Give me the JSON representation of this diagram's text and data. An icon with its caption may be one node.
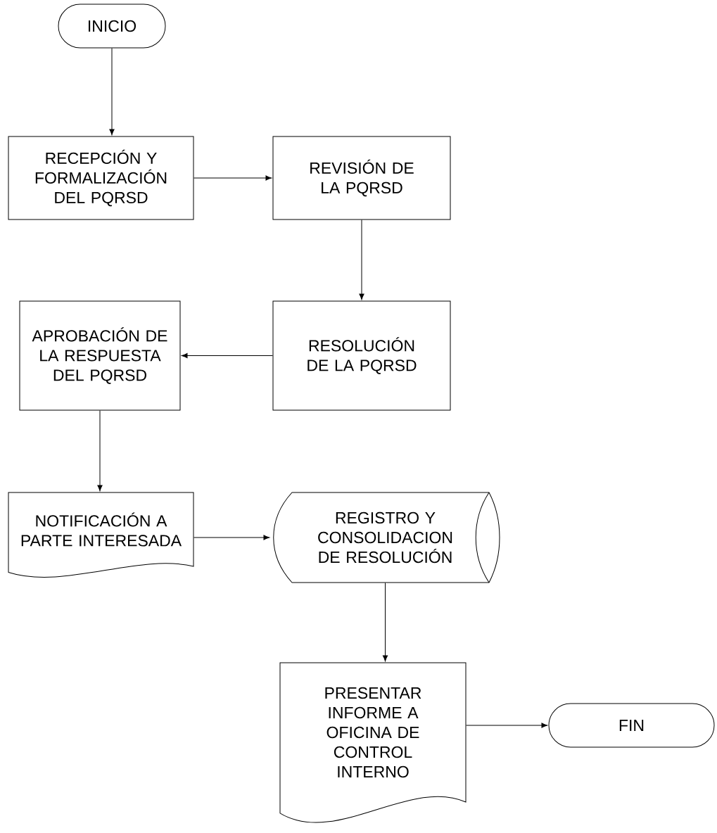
{
  "diagram": {
    "nodes": [
      {
        "text": [
          "INICIO"
        ]
      },
      {
        "text": [
          "RECEPCIÓN Y FORMALIZACIÓN DEL PQRSD"
        ]
      },
      {
        "text": [
          "REVISIÓN DE LA PQRSD"
        ]
      },
      {
        "text": [
          "RESOLUCIÓN DE LA PQRSD"
        ]
      },
      {
        "text": [
          "APROBACIÓN DE LA RESPUESTA DEL PQRSD"
        ]
      },
      {
        "text": [
          "NOTIFICACIÓN A PARTE INTERESADA"
        ]
      },
      {
        "text": [
          "REGISTRO Y CONSOLIDACION DE RESOLUCIÓN"
        ]
      },
      {
        "text": [
          "PRESENTAR INFORME A OFICINA DE CONTROL INTERNO"
        ]
      },
      {
        "text": [
          "FIN"
        ]
      }
    ],
    "edges": [
      {
        "from": 0,
        "to": 1,
        "arrow": "to"
      },
      {
        "from": 1,
        "to": 2,
        "arrow": "to"
      },
      {
        "from": 2,
        "to": 3,
        "arrow": "to"
      },
      {
        "from": 3,
        "to": 4,
        "arrow": "to"
      },
      {
        "from": 4,
        "to": 5,
        "arrow": "to"
      },
      {
        "from": 5,
        "to": 6,
        "arrow": "to"
      },
      {
        "from": 6,
        "to": 7,
        "arrow": "to"
      },
      {
        "from": 7,
        "to": 8,
        "arrow": "to"
      }
    ]
  }
}
